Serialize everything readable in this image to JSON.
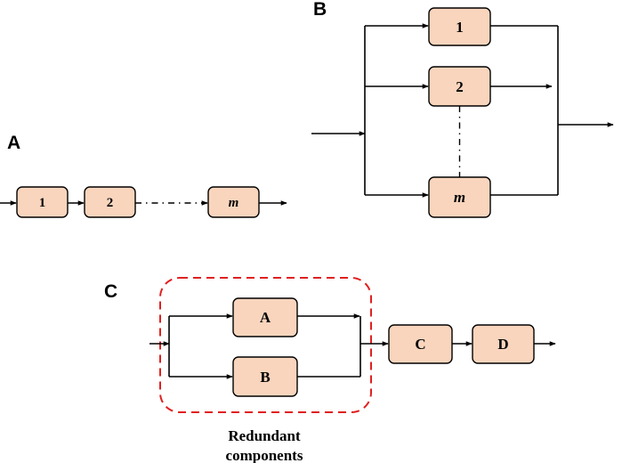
{
  "colors": {
    "box_fill": "#f9d5bd",
    "redundant_border": "#e02020"
  },
  "panel_a": {
    "label": "A",
    "blocks": [
      "1",
      "2",
      "m"
    ]
  },
  "panel_b": {
    "label": "B",
    "blocks": [
      "1",
      "2",
      "m"
    ]
  },
  "panel_c": {
    "label": "C",
    "blocks": [
      "A",
      "B",
      "C",
      "D"
    ],
    "group_caption_line1": "Redundant",
    "group_caption_line2": "components"
  }
}
